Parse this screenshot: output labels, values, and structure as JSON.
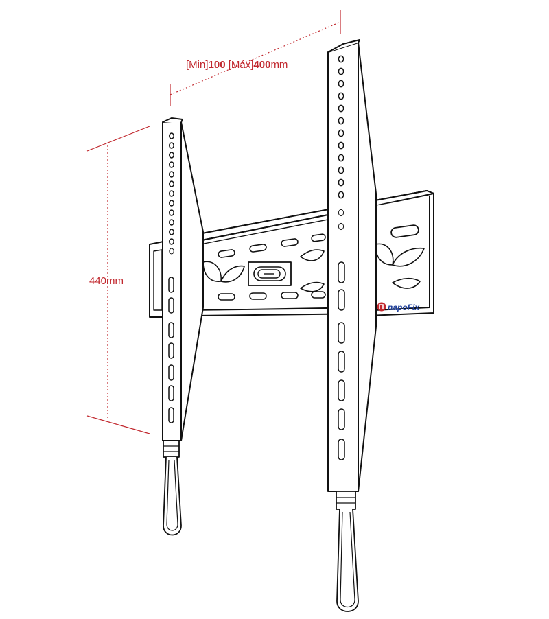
{
  "dimensions": {
    "width": {
      "min_bracket": "[Min]",
      "min_value": "100",
      "max_bracket": "[Máx]",
      "max_value": "400",
      "unit": "mm"
    },
    "height": {
      "value": "440",
      "unit": "mm"
    }
  },
  "brand": {
    "logo_text": "napoFix"
  },
  "colors": {
    "dimension": "#c1272d",
    "outline": "#111111",
    "fill": "#ffffff",
    "brand_blue": "#1e3f99"
  }
}
